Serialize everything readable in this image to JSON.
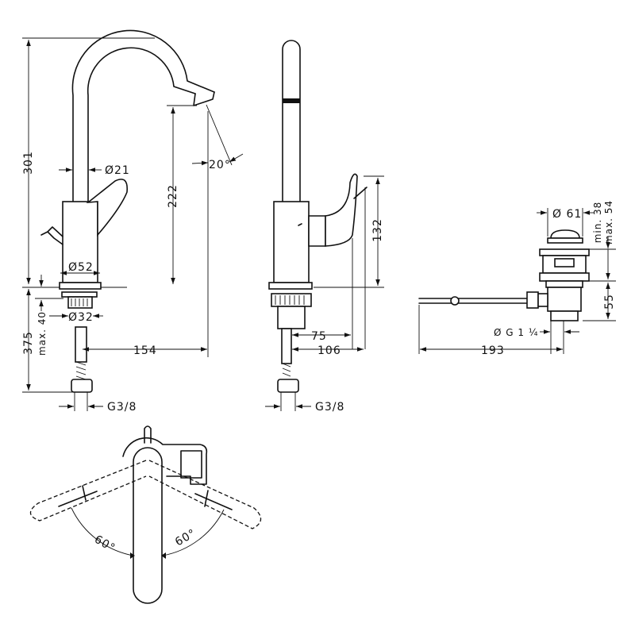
{
  "front_view": {
    "total_height": "301",
    "spout_height": "222",
    "spout_reach": "154",
    "spout_tilt": "20°",
    "spout_diameter": "Ø21",
    "base_diameter": "Ø52",
    "shank_diameter": "Ø32",
    "below_counter": "375",
    "worktop_thickness": "max. 40",
    "connection_thread": "G3/8"
  },
  "side_view": {
    "handle_height": "132",
    "handle_offset": "75",
    "handle_depth": "106",
    "connection_thread": "G3/8"
  },
  "waste_view": {
    "plug_diameter": "Ø 61",
    "range_label": "min. 38\nmax. 54",
    "range_min": "min. 38",
    "range_max": "max. 54",
    "tail_height": "55",
    "thread": "Ø G 1 ¼",
    "rod_length": "193"
  },
  "top_view": {
    "rotation_left": "60°",
    "rotation_right": "60°"
  }
}
